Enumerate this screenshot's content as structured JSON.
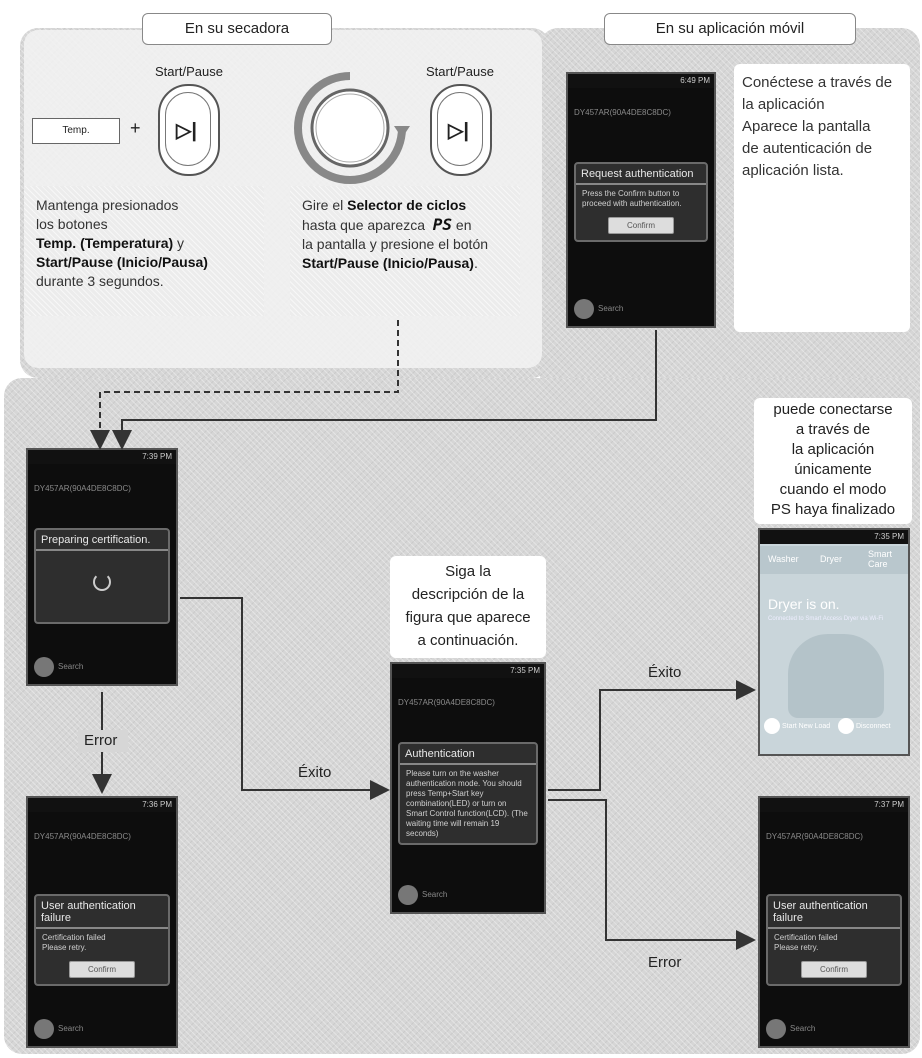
{
  "headers": {
    "dryer": "En su secadora",
    "app": "En su aplicación móvil"
  },
  "dryer_panel": {
    "temp_button": "Temp.",
    "plus": "+",
    "start_pause_1": "Start/Pause",
    "start_pause_2": "Start/Pause",
    "play_pause_glyph": "▷|",
    "desc1": {
      "l1": "Mantenga presionados",
      "l2": "los botones",
      "l3": "Temp. (Temperatura)",
      "l3b": " y",
      "l4": "Start/Pause (Inicio/Pausa)",
      "l5": "durante 3 segundos."
    },
    "desc2": {
      "l1a": "Gire el ",
      "l1b": "Selector de ciclos",
      "l2a": "hasta que aparezca",
      "l2b": "PS",
      "l2c": " en",
      "l3": "la pantalla y presione el botón",
      "l4": "Start/Pause (Inicio/Pausa)",
      "l4b": "."
    }
  },
  "app_panel": {
    "desc": {
      "l1": "Conéctese a través de",
      "l2": "la aplicación",
      "l3": "Aparece la pantalla",
      "l4": "de autenticación de",
      "l5": "aplicación lista."
    }
  },
  "phones": {
    "request": {
      "time": "6:49 PM",
      "device": "DY457AR(90A4DE8C8DC)",
      "title": "Request authentication",
      "body": "Press the Confirm button to proceed with authentication.",
      "button": "Confirm",
      "search": "Search"
    },
    "preparing": {
      "time": "7:39 PM",
      "device": "DY457AR(90A4DE8C8DC)",
      "title": "Preparing certification.",
      "search": "Search"
    },
    "fail_left": {
      "time": "7:36 PM",
      "device": "DY457AR(90A4DE8C8DC)",
      "title": "User authentication failure",
      "body": "Certification failed\nPlease retry.",
      "button": "Confirm",
      "search": "Search"
    },
    "auth": {
      "time": "7:35 PM",
      "device": "DY457AR(90A4DE8C8DC)",
      "title": "Authentication",
      "body": "Please turn on the washer authentication mode. You should press Temp+Start key combination(LED) or turn on Smart Control function(LCD). (The waiting time will remain 19 seconds)",
      "search": "Search"
    },
    "success": {
      "time": "7:35 PM",
      "tab1": "Washer",
      "tab2": "Dryer",
      "tab3": "Smart Care",
      "status": "Dryer is on.",
      "sub": "Connected to Smart Access Dryer via Wi-Fi",
      "action1": "Start New Load",
      "action2": "Disconnect"
    },
    "fail_right": {
      "time": "7:37 PM",
      "device": "DY457AR(90A4DE8C8DC)",
      "title": "User authentication failure",
      "body": "Certification failed\nPlease retry.",
      "button": "Confirm",
      "search": "Search"
    }
  },
  "notes": {
    "follow": {
      "l1": "Siga la",
      "l2": "descripción de la",
      "l3": "figura que aparece",
      "l4": "a continuación."
    },
    "ps_only": {
      "l1": "puede conectarse",
      "l2": "a través de",
      "l3": "la aplicación",
      "l4": "únicamente",
      "l5": "cuando el modo",
      "l6": "PS haya finalizado"
    }
  },
  "arrows": {
    "error_down": "Error",
    "exito_mid": "Éxito",
    "exito_right": "Éxito",
    "error_right": "Error"
  }
}
